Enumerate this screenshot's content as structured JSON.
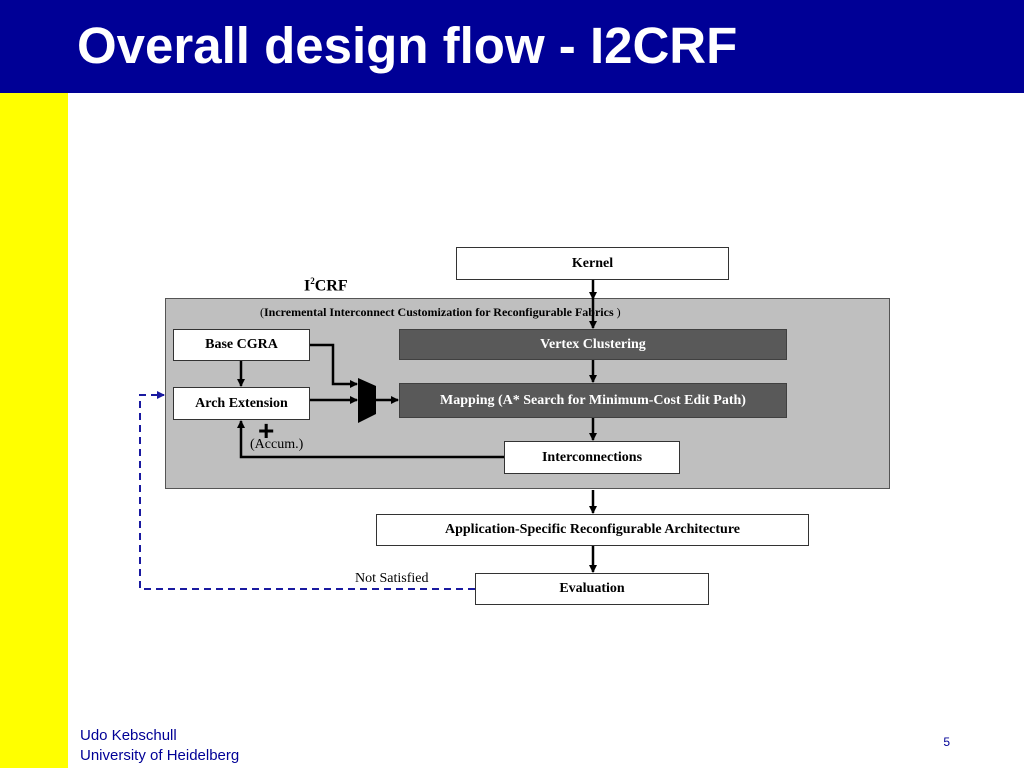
{
  "slide": {
    "title": "Overall design flow - I2CRF",
    "author": "Udo Kebschull",
    "affiliation": "University of Heidelberg",
    "page_number": "5"
  },
  "diagram": {
    "framework_name": "I",
    "framework_superscript": "2",
    "framework_suffix": "CRF",
    "framework_full_name": "Incremental Interconnect Customization for Reconfigurable Fabrics",
    "paren_open": "(",
    "paren_close": " )",
    "nodes": {
      "kernel": "Kernel",
      "base_cgra": "Base CGRA",
      "arch_extension": "Arch Extension",
      "vertex_clustering": "Vertex Clustering",
      "mapping": "Mapping (A* Search for Minimum-Cost Edit Path)",
      "interconnections": "Interconnections",
      "application_specific": "Application-Specific Reconfigurable Architecture",
      "evaluation": "Evaluation"
    },
    "plus_symbol": "+",
    "accum_label": "(Accum.)",
    "not_satisfied_label": "Not Satisfied",
    "colors": {
      "header": "#000096",
      "sidebar": "#ffff00",
      "panel": "#bfbfbf",
      "dark_box": "#595959",
      "feedback": "#1a1aa0"
    }
  }
}
